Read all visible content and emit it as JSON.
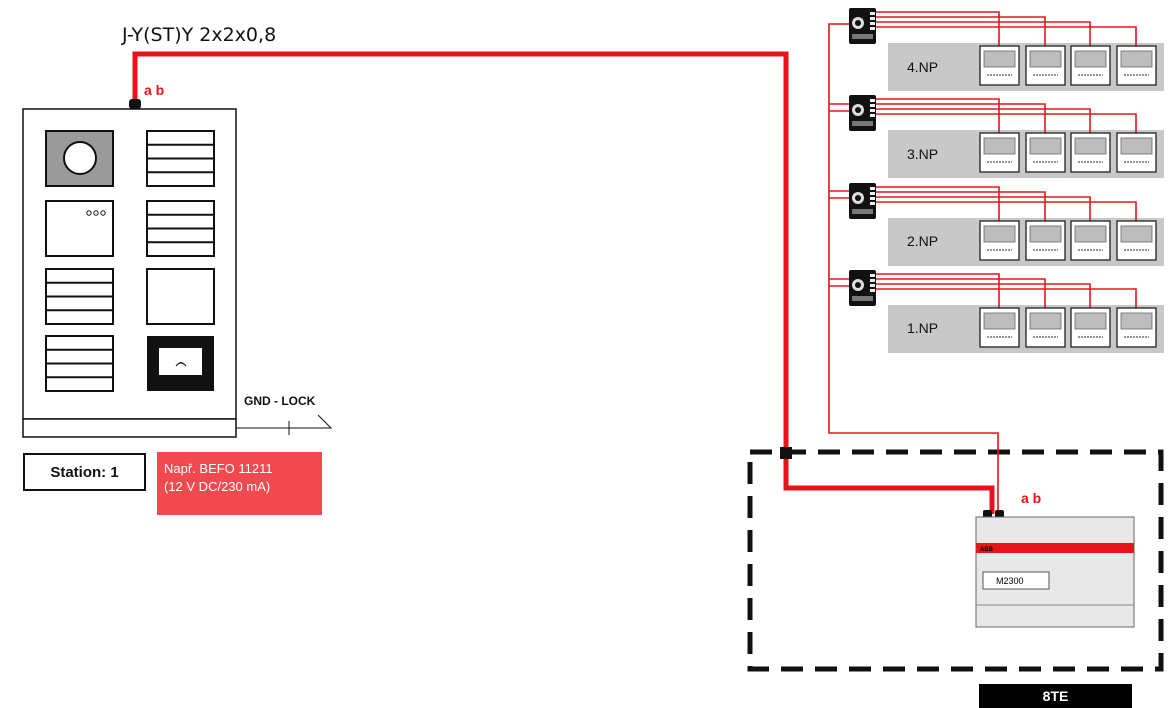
{
  "cable": {
    "label": "J-Y(ST)Y 2x2x0,8"
  },
  "terminals": {
    "outdoor_ab": "a b",
    "controller_ab": "a b"
  },
  "lock": {
    "label": "GND - LOCK"
  },
  "outdoor_station": {
    "label": "Station: 1"
  },
  "power_supply": {
    "line1": "Např. BEFO 11211",
    "line2": "(12 V DC/230 mA)"
  },
  "floors": [
    {
      "label": "4.NP"
    },
    {
      "label": "3.NP"
    },
    {
      "label": "2.NP"
    },
    {
      "label": "1.NP"
    }
  ],
  "controller": {
    "brand": "ABB",
    "model": "M2300",
    "width_units": "8TE"
  },
  "colors": {
    "bus": "#e8141b",
    "floor_bg": "#c8c8c8",
    "psu": "#f0494f",
    "outline": "#111111"
  }
}
